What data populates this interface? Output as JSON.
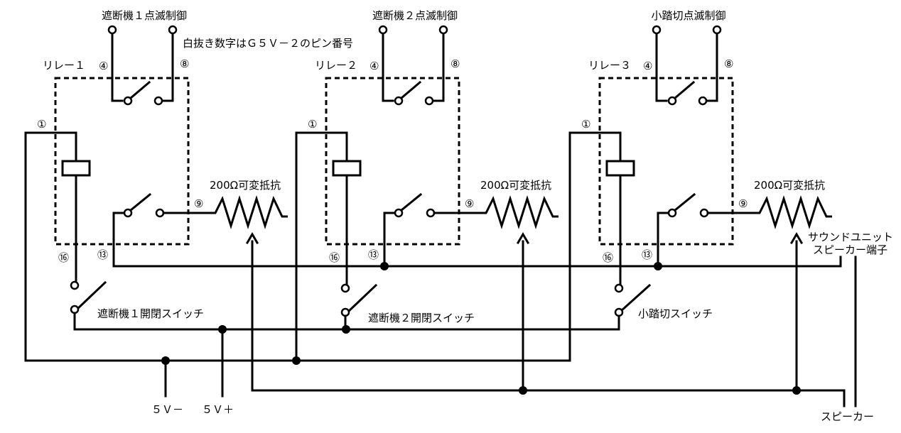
{
  "relays": [
    {
      "control_label": "遮断機１点滅制御",
      "relay_label": "リレー１",
      "resistor_label": "200Ω可変抵抗",
      "switch_label": "遮断機１開閉スイッチ"
    },
    {
      "control_label": "遮断機２点滅制御",
      "relay_label": "リレー２",
      "resistor_label": "200Ω可変抵抗",
      "switch_label": "遮断機２開閉スイッチ"
    },
    {
      "control_label": "小踏切点滅制御",
      "relay_label": "リレー３",
      "resistor_label": "200Ω可変抵抗",
      "switch_label": "小踏切スイッチ"
    }
  ],
  "pins": {
    "p1": "①",
    "p4": "④",
    "p8": "⑧",
    "p9": "⑨",
    "p13": "⑬",
    "p16": "⑯"
  },
  "note": "白抜き数字はＧ５Ｖ－２のピン番号",
  "power": {
    "minus": "５Ｖ－",
    "plus": "５Ｖ＋"
  },
  "sound_unit": {
    "line1": "サウンドユニット",
    "line2": "スピーカー端子"
  },
  "speaker_label": "スピーカー"
}
